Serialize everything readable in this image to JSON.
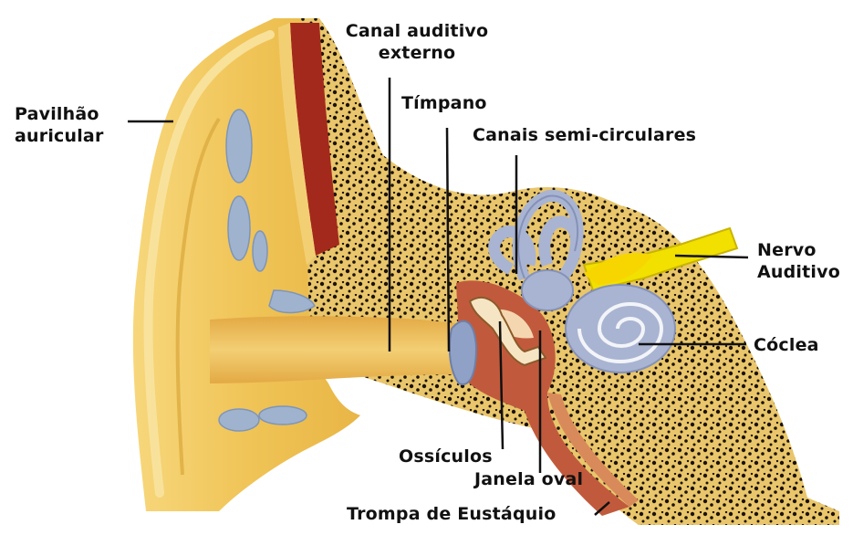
{
  "diagram": {
    "labels": {
      "pavilhao": [
        "Pavilhão",
        "auricular"
      ],
      "canal": [
        "Canal auditivo",
        "externo"
      ],
      "timpano": "Tímpano",
      "canais": "Canais semi-circulares",
      "nervo": [
        "Nervo",
        "Auditivo"
      ],
      "coclea": "Cóclea",
      "ossiculos": "Ossículos",
      "janela": "Janela oval",
      "trompa": "Trompa de Eustáquio"
    },
    "colors": {
      "skin": "#f2c75a",
      "skin_dark": "#d9a63b",
      "skin_light": "#f7dc88",
      "bone": "#e8c267",
      "canal_red": "#a3291c",
      "cartilage_blue": "#9fb3cf",
      "inner_ear": "#a9b4d2",
      "nerve_yellow": "#f1e000",
      "cavity": "#b9563a"
    }
  }
}
